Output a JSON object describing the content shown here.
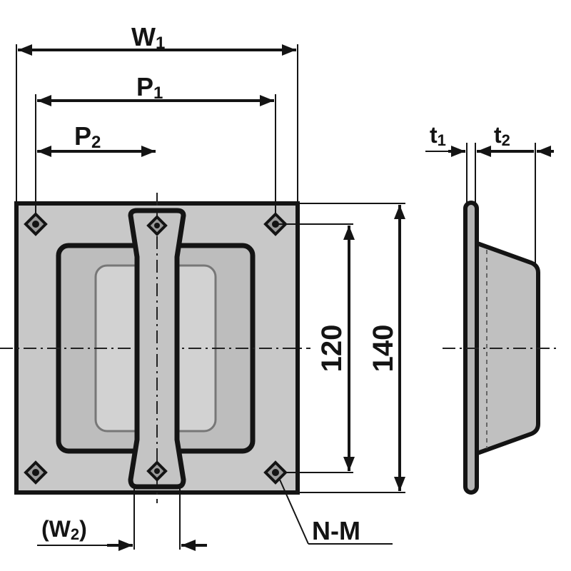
{
  "labels": {
    "w1": "W",
    "w1_sub": "1",
    "p1": "P",
    "p1_sub": "1",
    "p2": "P",
    "p2_sub": "2",
    "w2_open": "(W",
    "w2_sub": "2",
    "w2_close": ")",
    "dim_120": "120",
    "dim_140": "140",
    "nm": "N-M",
    "t1": "t",
    "t1_sub": "1",
    "t2": "t",
    "t2_sub": "2"
  },
  "colors": {
    "line": "#141414",
    "plate": "#c8c8c8",
    "recess": "#bdbdbd",
    "inner": "#cfcfcf",
    "handle": "#c4c4c4"
  }
}
